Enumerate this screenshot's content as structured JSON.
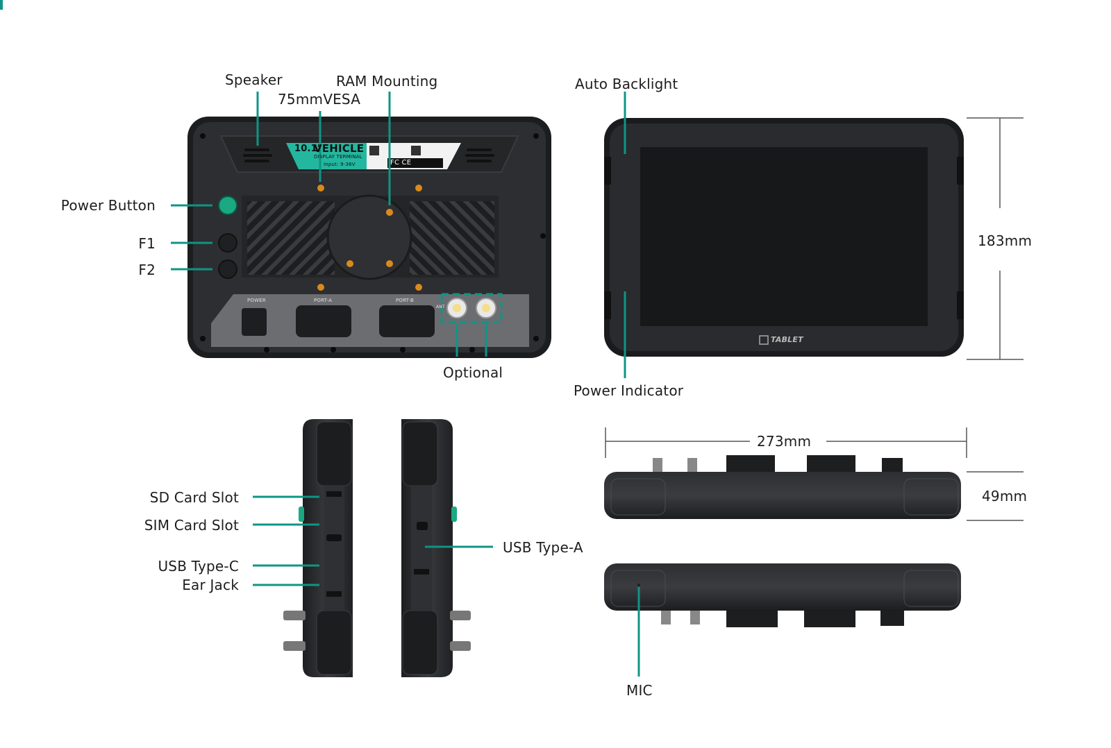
{
  "colors": {
    "accent": "#0e9585",
    "device_body": "#2b2c2f",
    "device_edge": "#1a1b1d",
    "screen": "#17181a",
    "panel": "#6b6d71",
    "ram_orange": "#d98a1c",
    "dimension_line": "#555555"
  },
  "back_view": {
    "callouts": {
      "speaker": "Speaker",
      "vesa": "75mmVESA",
      "ram_mounting": "RAM Mounting",
      "power_button": "Power Button",
      "f1": "F1",
      "f2": "F2",
      "optional": "Optional"
    },
    "sticker": {
      "size_badge": "10.1\"",
      "product": "VEHICLE",
      "subtitle": "DISPLAY TERMINAL",
      "input": "Input: 9-36V",
      "cert": "FC CE"
    },
    "ports": {
      "power": "POWER",
      "port_a": "PORT-A",
      "port_b": "PORT-B",
      "ant": "ANT"
    }
  },
  "front_view": {
    "callouts": {
      "auto_backlight": "Auto Backlight",
      "power_indicator": "Power Indicator"
    },
    "brand": "TABLET",
    "height_dimension": "183mm"
  },
  "side_views": {
    "callouts": {
      "sd_card_slot": "SD Card Slot",
      "sim_card_slot": "SIM Card Slot",
      "usb_type_c": "USB Type-C",
      "ear_jack": "Ear Jack",
      "usb_type_a": "USB Type-A"
    }
  },
  "top_bottom_views": {
    "width_dimension": "273mm",
    "depth_dimension": "49mm",
    "callouts": {
      "mic": "MIC"
    }
  }
}
